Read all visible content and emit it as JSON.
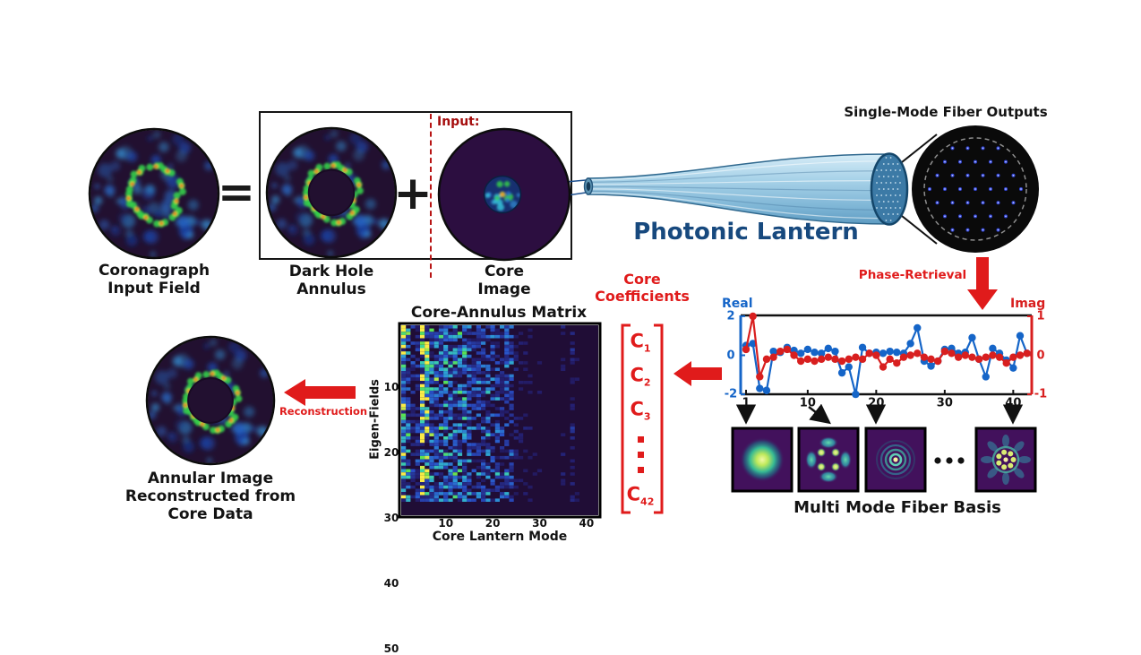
{
  "figure": {
    "equation": {
      "equals": "=",
      "plus": "+",
      "input_label": "Input:",
      "captions": {
        "coronagraph": [
          "Coronagraph",
          "Input Field"
        ],
        "dark_hole": [
          "Dark Hole",
          "Annulus"
        ],
        "core": [
          "Core",
          "Image"
        ]
      }
    },
    "lantern": {
      "title": "Photonic Lantern",
      "outputs_label": "Single-Mode Fiber Outputs",
      "phase_retrieval_label": "Phase-Retrieval"
    },
    "coefficients": {
      "title": [
        "Core",
        "Coefficients"
      ],
      "items": [
        [
          "C",
          "1"
        ],
        [
          "C",
          "2"
        ],
        [
          "C",
          "3"
        ],
        [
          "C",
          "42"
        ]
      ]
    },
    "basis": {
      "caption": "Multi Mode Fiber Basis",
      "shown_mode_numbers": [
        1,
        10,
        20,
        40
      ]
    },
    "reconstruction": {
      "arrow_label": "Reconstruction",
      "caption": [
        "Annular Image",
        "Reconstructed from",
        "Core Data"
      ]
    }
  },
  "chart_data": [
    {
      "type": "line",
      "x_range": [
        1,
        42
      ],
      "xticks": [
        1,
        10,
        20,
        30,
        40
      ],
      "left_axis": {
        "label": "Real",
        "color": "#1565c8",
        "ylim": [
          -2,
          2
        ],
        "ticks": [
          2,
          0,
          -2
        ]
      },
      "right_axis": {
        "label": "Imag",
        "color": "#d81f1f",
        "ylim": [
          -1,
          1
        ],
        "ticks": [
          1,
          0,
          -1
        ]
      },
      "series": [
        {
          "name": "Real",
          "axis": "left",
          "color": "#1565c8",
          "values": [
            0.5,
            0.6,
            -1.7,
            -1.8,
            0.2,
            0.15,
            0.4,
            0.25,
            0.1,
            0.3,
            0.15,
            0.1,
            0.35,
            0.2,
            -0.9,
            -0.6,
            -2.0,
            0.4,
            0.1,
            0.15,
            0.1,
            0.2,
            0.15,
            0.1,
            0.6,
            1.4,
            -0.3,
            -0.55,
            -0.3,
            0.3,
            0.35,
            0.1,
            0.15,
            0.9,
            -0.2,
            -1.1,
            0.35,
            0.1,
            -0.25,
            -0.65,
            1.0,
            0.1
          ]
        },
        {
          "name": "Imag",
          "axis": "right",
          "color": "#d81f1f",
          "values": [
            0.15,
            1.0,
            -0.55,
            -0.1,
            -0.05,
            0.1,
            0.15,
            0.0,
            -0.15,
            -0.1,
            -0.15,
            -0.1,
            -0.05,
            -0.1,
            -0.15,
            -0.1,
            -0.05,
            -0.1,
            0.05,
            0.0,
            -0.3,
            -0.1,
            -0.2,
            -0.05,
            0.0,
            0.05,
            -0.05,
            -0.1,
            -0.15,
            0.1,
            0.05,
            -0.05,
            0.0,
            -0.05,
            -0.1,
            -0.05,
            0.0,
            -0.05,
            -0.2,
            -0.05,
            0.0,
            0.05
          ]
        }
      ],
      "legend_position": "none",
      "grid": false
    },
    {
      "type": "heatmap",
      "title": "Core-Annulus Matrix",
      "xlabel": "Core Lantern Mode",
      "ylabel": "Eigen-Fields",
      "xticks": [
        10,
        20,
        30,
        40
      ],
      "yticks": [
        10,
        20,
        30,
        40,
        50
      ],
      "n_cols": 42,
      "n_rows": 54,
      "column_intensity": [
        0.9,
        0.45,
        0.2,
        0.25,
        0.95,
        0.9,
        0.55,
        0.5,
        0.45,
        0.5,
        0.4,
        0.45,
        0.5,
        0.45,
        0.35,
        0.3,
        0.35,
        0.3,
        0.35,
        0.3,
        0.35,
        0.3,
        0.35,
        0.3,
        0.15,
        0.12,
        0.1,
        0.1,
        0.08,
        0.08,
        0.06,
        0.06,
        0.05,
        0.05,
        0.12,
        0.05,
        0.15,
        0.1,
        0.05,
        0.04,
        0.04,
        0.03
      ]
    }
  ],
  "colors": {
    "accent_red": "#e01b1b",
    "dark_red": "#a50d0d",
    "navy": "#17497e",
    "plot_blue": "#1565c8",
    "plot_red": "#d81f1f",
    "speckle_bg": "#221030"
  }
}
